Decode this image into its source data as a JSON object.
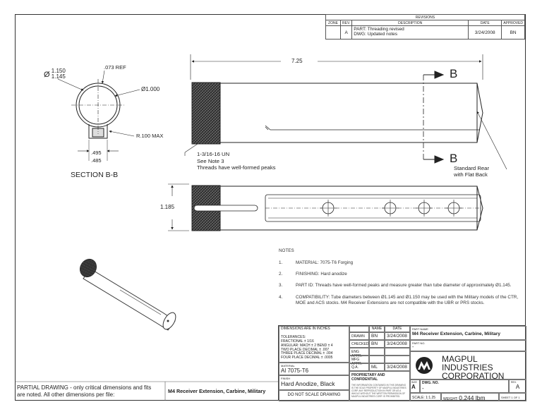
{
  "revisions": {
    "title": "REVISIONS",
    "headers": [
      "ZONE",
      "REV.",
      "DESCRIPTION",
      "DATE",
      "APPROVED"
    ],
    "row": {
      "zone": "",
      "rev": "A",
      "desc_line1": "PART: Threading revised",
      "desc_line2": "DWG: Updated notes",
      "date": "3/24/2008",
      "approved": "BN"
    }
  },
  "section": {
    "dia_outer_1": "1.150",
    "dia_outer_2": "1.145",
    "ref": ".073 REF",
    "dia_inner": "1.000",
    "radius": "R.100 MAX",
    "width_1": ".495",
    "width_2": ".485",
    "title": "SECTION B-B",
    "dia_symbol": "Ø"
  },
  "side_view": {
    "length": "7.25",
    "section_marker": "B",
    "thread_1": "1-3/16-16 UN",
    "thread_2": "See Note 3",
    "thread_3": "Threads have well-formed peaks",
    "rear_1": "Standard Rear",
    "rear_2": "with Flat Back"
  },
  "top_view": {
    "height": "1.185"
  },
  "notes": {
    "title": "NOTES",
    "items": [
      {
        "num": "1.",
        "text": "MATERIAL: 7075-T6 Forging"
      },
      {
        "num": "2.",
        "text": "FINISHING: Hard anodize"
      },
      {
        "num": "3.",
        "text": "PART ID: Threads have well-formed peaks and measure greater than tube diameter of approximately Ø1.145."
      },
      {
        "num": "4.",
        "text": "COMPATIBILITY: Tube diameters between Ø1.145 and Ø1.150 may be used with the Military models of the CTR, MOE and ACS stocks. M4 Receiver Extensions are not compatible with the UBR or PRS stocks."
      }
    ]
  },
  "title_block": {
    "dims_label": "DIMENSIONS ARE IN INCHES",
    "tolerances": "TOLERANCES:",
    "tol_1": "FRACTIONAL ± 1/16",
    "tol_2": "ANGULAR: MACH ± 2   BEND ± 4",
    "tol_3": "TWO PLACE DECIMAL   ± .007",
    "tol_4": "THREE PLACE DECIMAL  ± .004",
    "tol_5": "FOUR PLACE DECIMAL  ± .0005",
    "material_label": "MATERIAL",
    "material": "Al 7075-T6",
    "finish_label": "FINISH",
    "finish": "Hard Anodize, Black",
    "no_scale": "DO NOT SCALE DRAWING",
    "name_hdr": "NAME",
    "date_hdr": "DATE",
    "drawn": "DRAWN",
    "drawn_name": "BN",
    "drawn_date": "3/24/2008",
    "checked": "CHECKED",
    "checked_name": "BN",
    "checked_date": "3/24/2008",
    "eng": "ENG APPR.",
    "mfg": "MFG APPR.",
    "qa": "Q.A.",
    "qa_name": "ML",
    "qa_date": "3/24/2008",
    "prop": "PROPRIETARY AND CONFIDENTIAL",
    "prop_text": "THE INFORMATION CONTAINED IN THIS DRAWING IS THE SOLE PROPERTY OF MAGPUL INDUSTRIES CORP. ANY REPRODUCTION IN PART OR AS A WHOLE WITHOUT THE WRITTEN PERMISSION OF MAGPUL INDUSTRIES CORP. IS PROHIBITED.",
    "partname_label": "PART NAME",
    "partname": "M4 Receiver Extension, Carbine, Military",
    "partno_label": "PART NO.",
    "partno": "-",
    "company_1": "MAGPUL",
    "company_2": "INDUSTRIES",
    "company_3": "CORPORATION",
    "size_label": "SIZE",
    "size": "A",
    "dwg_label": "DWG. NO.",
    "dwg": "-",
    "rev_label": "REV.",
    "rev": "A",
    "scale": "SCALE: 1:1.25",
    "weight_label": "WEIGHT:",
    "weight": "0.244 lbm",
    "sheet": "SHEET 1 OF 1"
  },
  "footer": {
    "partial_1": "PARTIAL DRAWING - only critical dimensions and fits",
    "partial_2": "are noted.        All other dimensions per file:",
    "part": "M4 Receiver Extension, Carbine, Military"
  }
}
